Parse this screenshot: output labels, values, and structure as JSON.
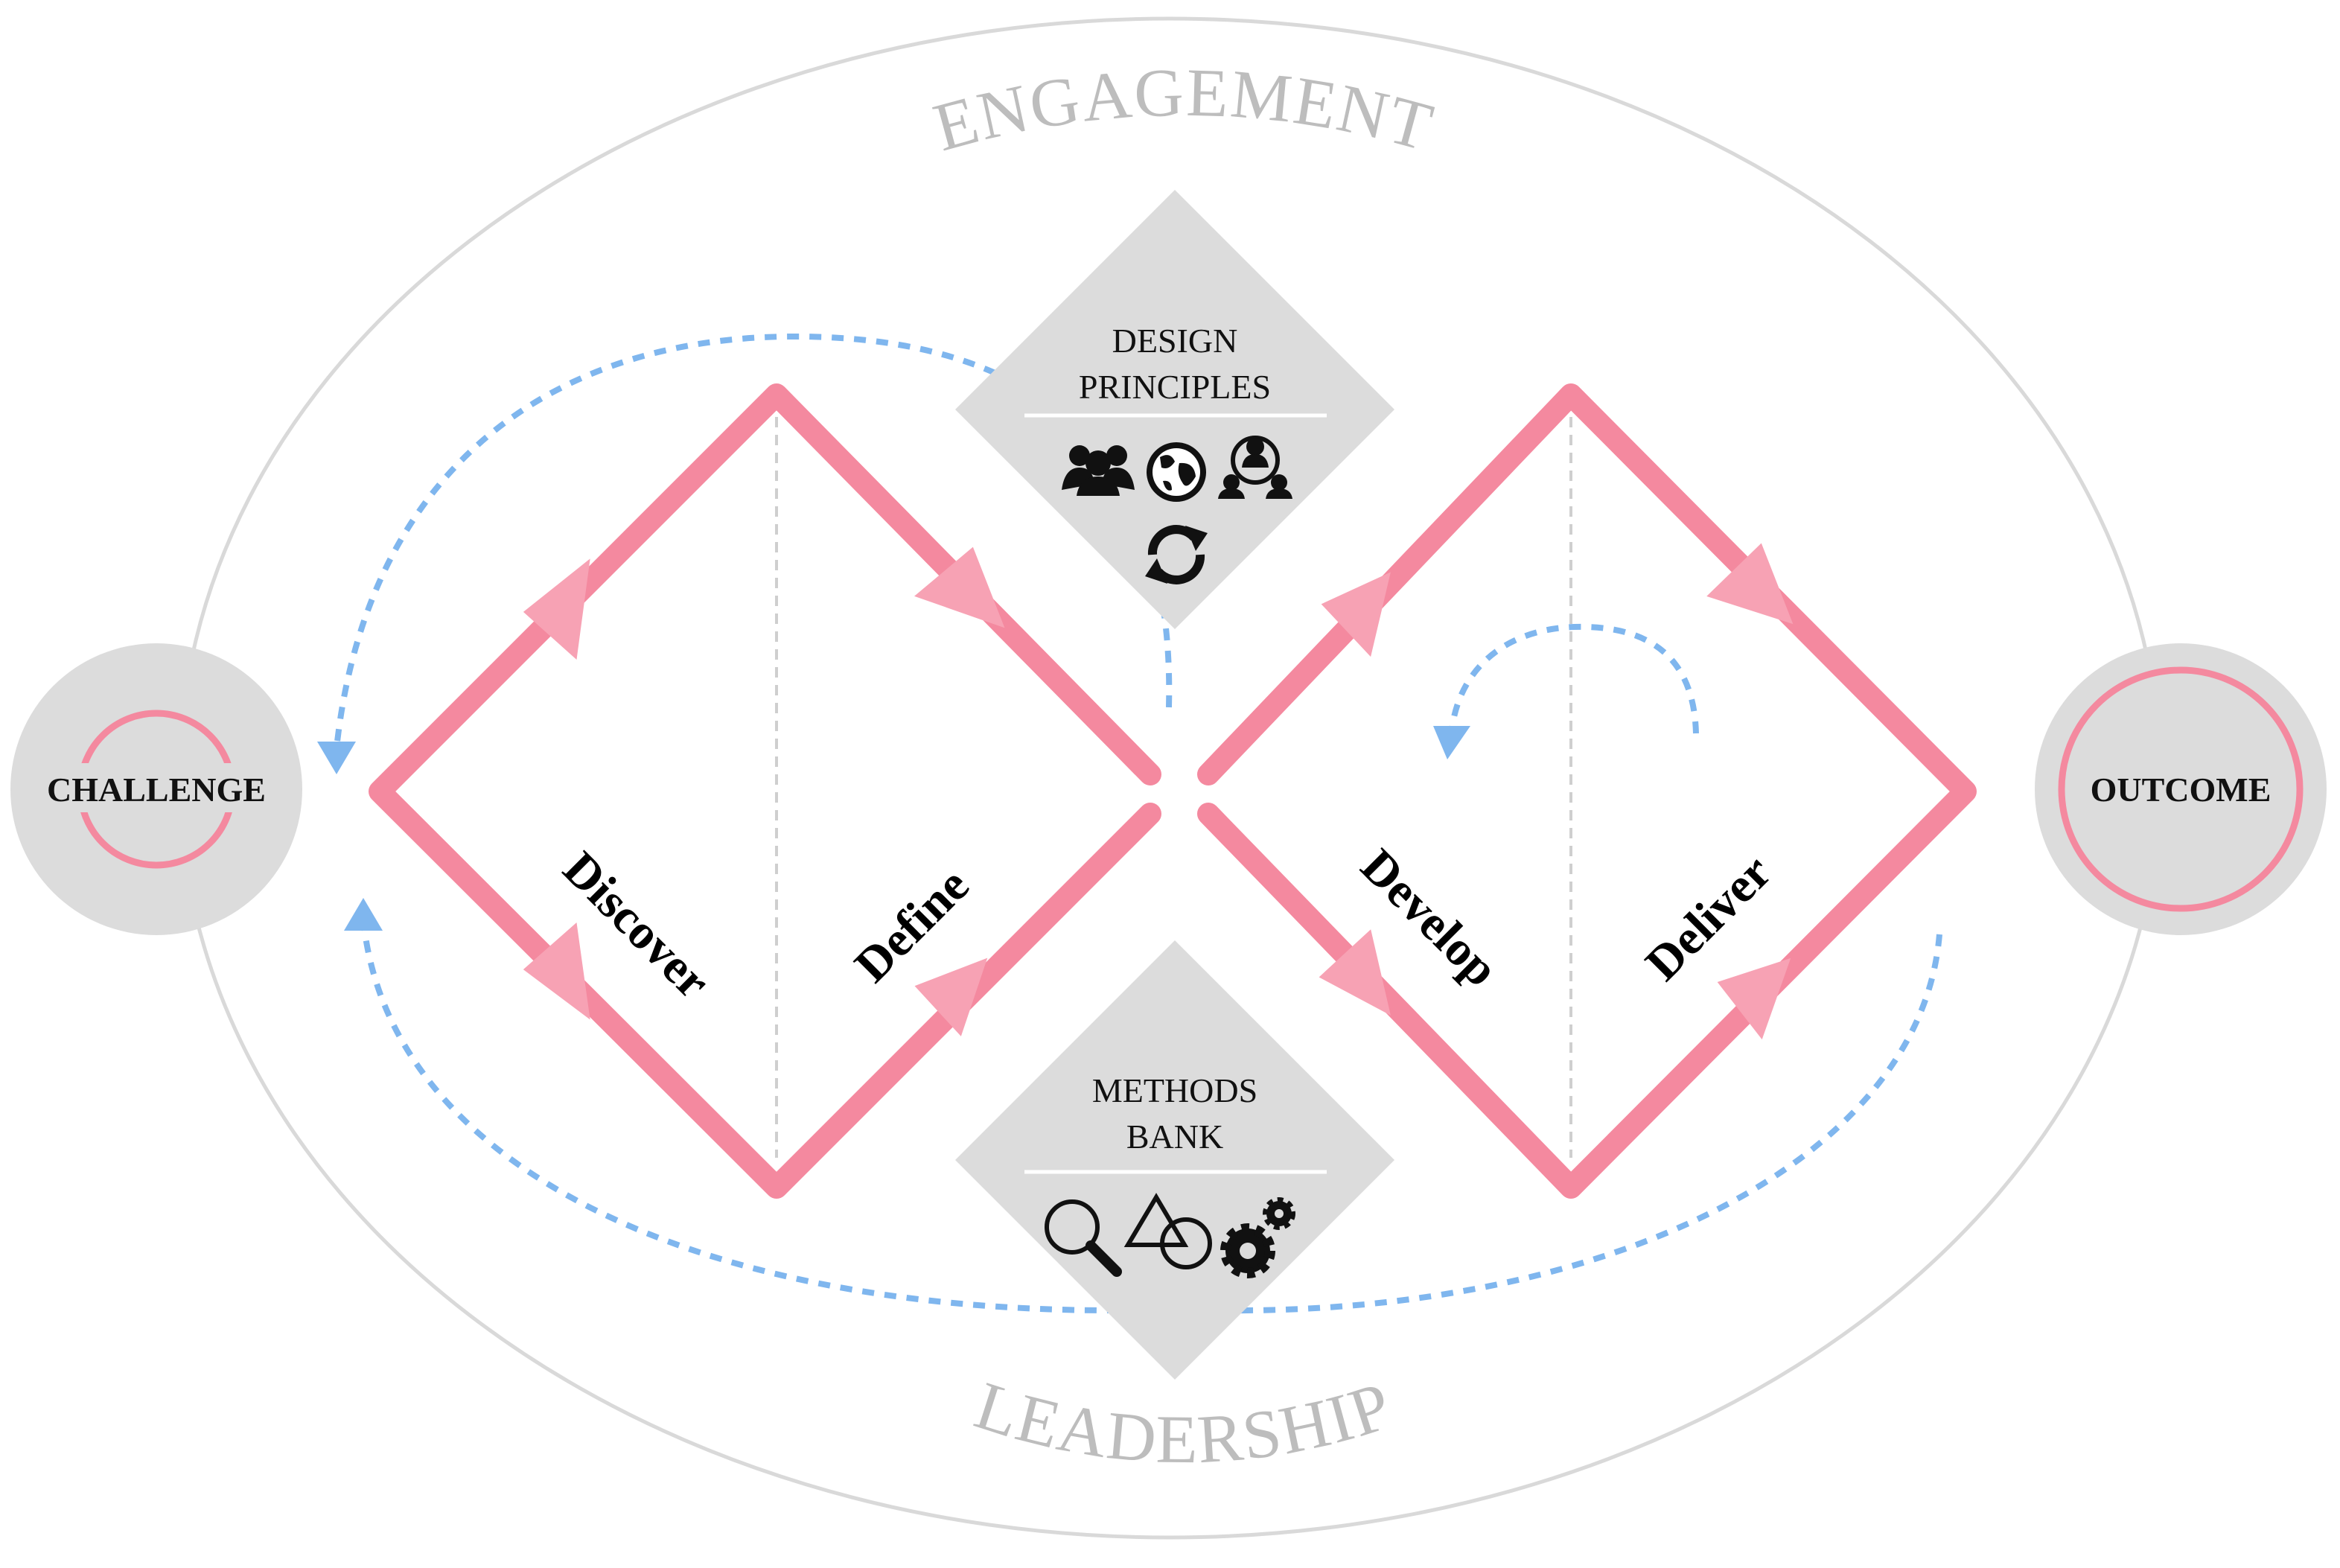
{
  "labels": {
    "top_arc": "ENGAGEMENT",
    "bottom_arc": "LEADERSHIP",
    "challenge": "CHALLENGE",
    "outcome": "OUTCOME"
  },
  "phases": {
    "discover": "Discover",
    "define": "Define",
    "develop": "Develop",
    "deliver": "Deliver"
  },
  "design_principles": {
    "line1": "DESIGN",
    "line2": "PRINCIPLES",
    "icons": [
      "people-group-icon",
      "globe-icon",
      "network-people-icon",
      "refresh-icon"
    ]
  },
  "methods_bank": {
    "line1": "METHODS",
    "line2": "BANK",
    "icons": [
      "magnifier-icon",
      "shapes-icon",
      "gears-icon"
    ]
  },
  "colors": {
    "diamond": "#f4899f",
    "arrowhead": "#f7a2b4",
    "loop": "#7fb6ee",
    "ellipse": "#d9d9d9",
    "box": "#dcdcdc",
    "node": "#dcdcdc",
    "arc_text": "#bdbdbd",
    "divider": "#cfcfcf"
  }
}
